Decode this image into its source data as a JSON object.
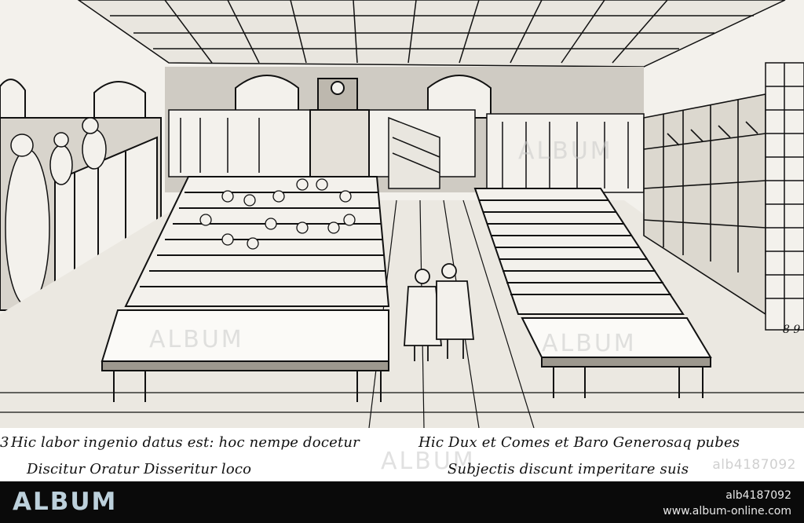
{
  "caption": {
    "left_number": "3",
    "left_line1": "Hic labor ingenio datus est: hoc nempe docetur",
    "left_line2": "Discitur Oratur Disseritur loco",
    "right_line1": "Hic Dux et Comes et Baro Generosaq pubes",
    "right_line2": "Subjectis discunt imperitare suis"
  },
  "plate_numbers": "8 9",
  "watermark": {
    "image_id_overlay": "alb4187092",
    "tile_text": "ALBUM"
  },
  "footer": {
    "logo": "ALBUM",
    "image_id": "alb4187092",
    "url": "www.album-online.com"
  },
  "colors": {
    "ink": "#111111",
    "paper": "#f3f1ec",
    "footer_bg": "#0a0a0a",
    "logo": "#bcd0db"
  }
}
